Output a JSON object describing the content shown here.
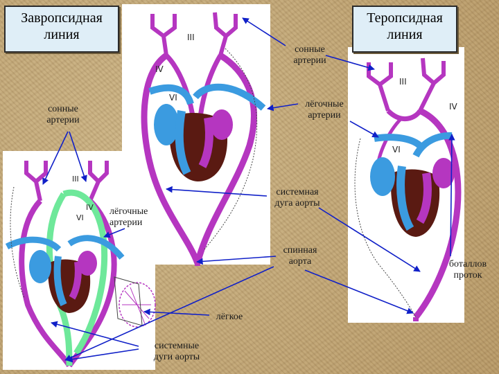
{
  "titles": {
    "left": [
      "Завропсидная",
      "линия"
    ],
    "right": [
      "Теропсидная",
      "линия"
    ]
  },
  "arch_numerals": {
    "top_panel": [
      "III",
      "IV",
      "VI"
    ],
    "left_panel": [
      "III",
      "IV",
      "VI"
    ],
    "right_panel": [
      "III",
      "IV",
      "VI"
    ]
  },
  "labels": {
    "carotid_top": [
      "сонные",
      "артерии"
    ],
    "carotid_left": [
      "сонные",
      "артерии"
    ],
    "pulmonary_top": [
      "лёгочные",
      "артерии"
    ],
    "pulmonary_left": [
      "лёгочные",
      "артерии"
    ],
    "systemic_arch": [
      "системная",
      "дуга аорты"
    ],
    "dorsal_aorta": [
      "спинная",
      "аорта"
    ],
    "botallo_duct": [
      "боталлов",
      "проток"
    ],
    "lung": [
      "лёгкое"
    ],
    "systemic_arches": [
      "системные",
      "дуги аорты"
    ]
  },
  "colors": {
    "artery": "#b536c0",
    "pulmonary": "#3b9be0",
    "heart": "#5a1a12",
    "duct": "#6ee89a",
    "pointer": "#1020c8"
  }
}
